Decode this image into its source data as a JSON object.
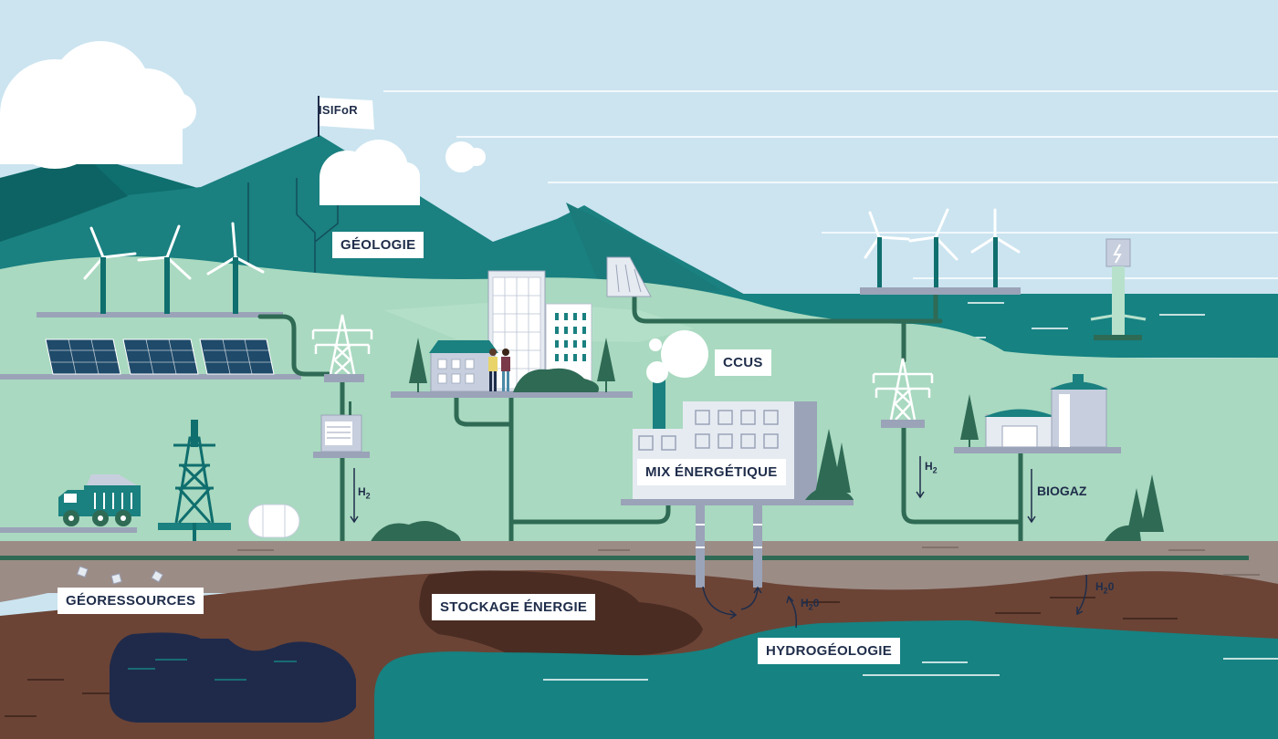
{
  "labels": {
    "isifor": "ISIFoR",
    "geologie": "GÉOLOGIE",
    "ccus": "CCUS",
    "mix": "MIX ÉNERGÉTIQUE",
    "biogaz": "BIOGAZ",
    "georessources": "GÉORESSOURCES",
    "stockage": "STOCKAGE ÉNERGIE",
    "hydrogeologie": "HYDROGÉOLOGIE"
  },
  "formulas": {
    "h_letter": "H",
    "two": "2",
    "water_h": "H",
    "water_o": "0"
  },
  "colors": {
    "sky": "#cbe4f0",
    "mountain_dark": "#0f6e6e",
    "mountain": "#1a8080",
    "grass": "#a9d9c0",
    "ground_grey": "#9c8c86",
    "soil": "#6b4436",
    "soil_dark": "#4a2c22",
    "reservoir": "#1f2a4a",
    "aquifer": "#168282",
    "pipe": "#2f6a55",
    "platform": "#9aa3b8",
    "label_text": "#1f2d4a"
  }
}
